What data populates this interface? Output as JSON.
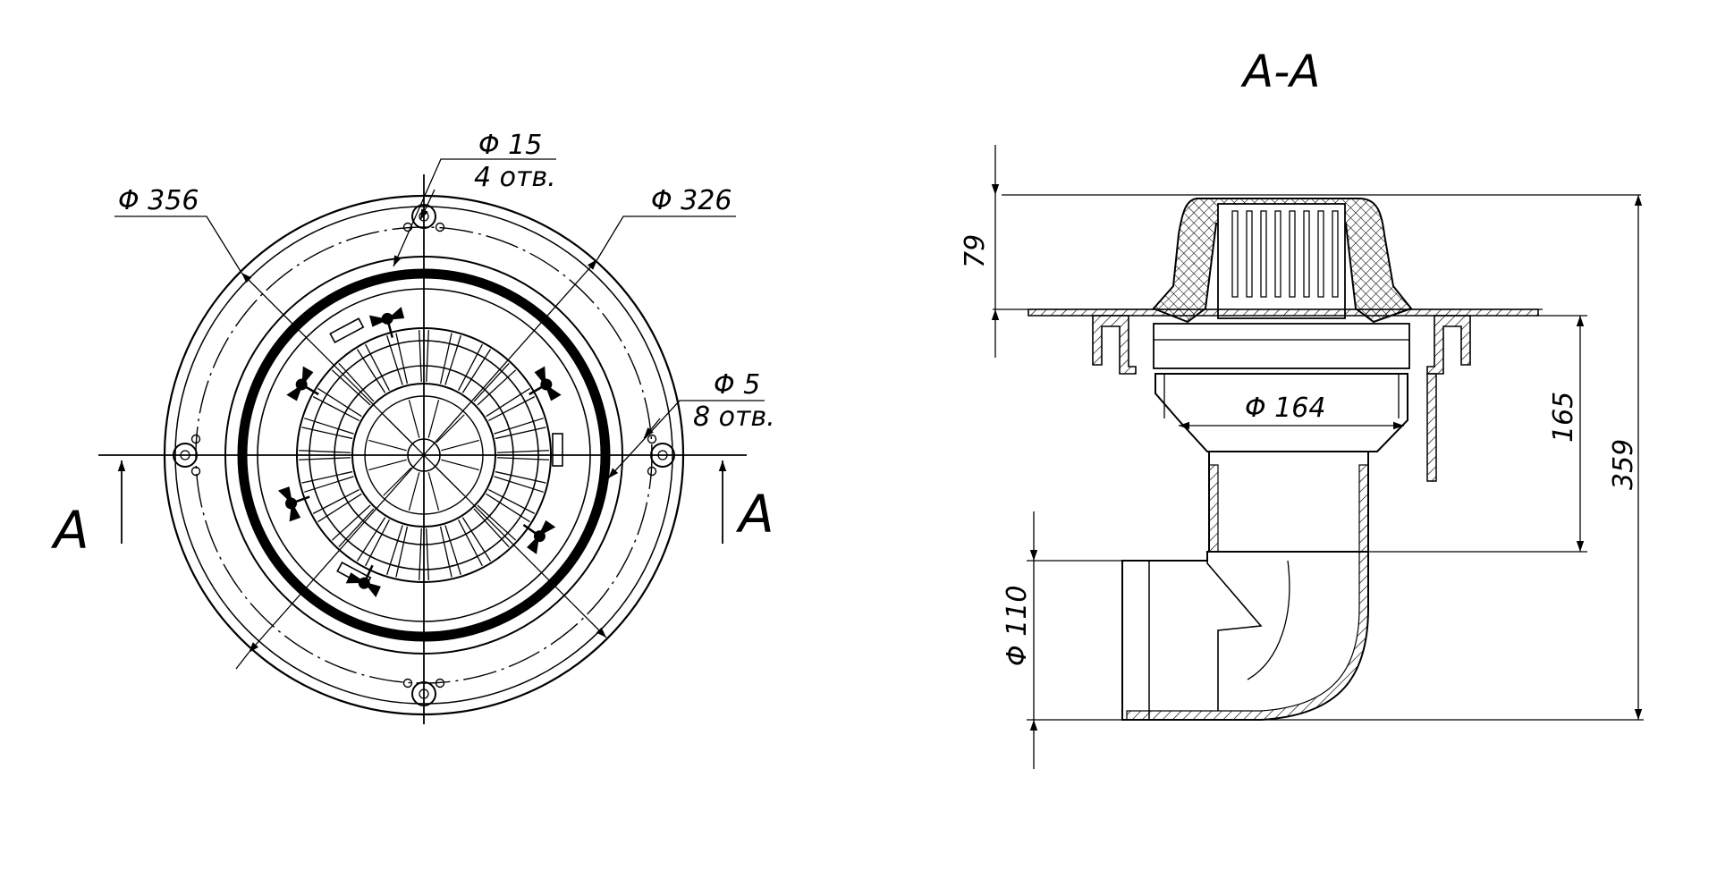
{
  "plan_view": {
    "dim_outer": "Φ 356",
    "dim_bolt_circle": "Φ 326",
    "dim_bolt_hole": "Φ 15",
    "bolt_hole_count": "4 отв.",
    "dim_small_hole": "Φ 5",
    "small_hole_count": "8 отв.",
    "section_mark_left": "A",
    "section_mark_right": "A",
    "bolt_holes_4_count": 4,
    "small_holes_8_count": 8,
    "grate_rib_count": 24
  },
  "section_view": {
    "title": "A-A",
    "dim_total_height": "359",
    "dim_grate_height": "79",
    "dim_body_height": "165",
    "dim_body_diameter": "Φ 164",
    "dim_outlet_diameter": "Φ 110"
  },
  "colors": {
    "line": "#000000",
    "background": "#ffffff",
    "hatch": "#000000"
  }
}
